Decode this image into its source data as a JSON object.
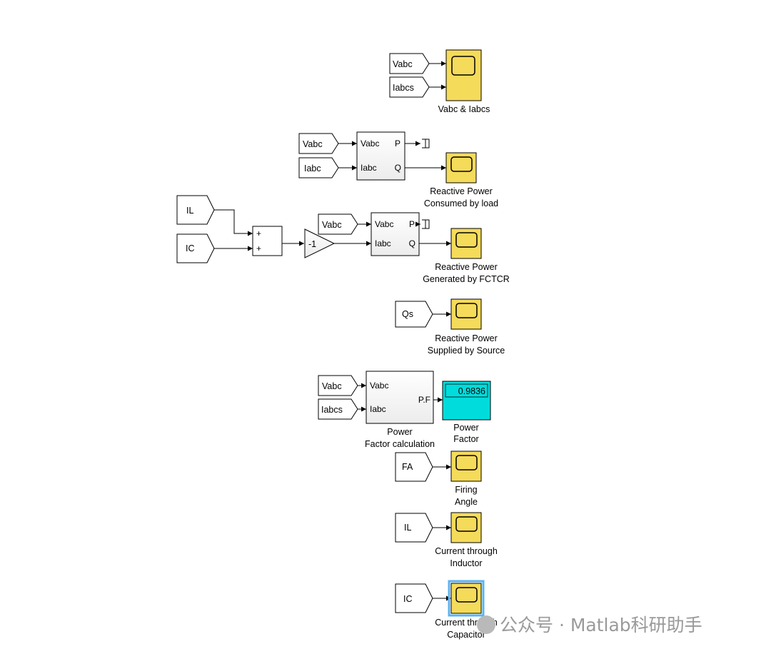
{
  "diagram": {
    "scope_vabc": {
      "inputs": [
        "Vabc",
        "Iabcs"
      ],
      "label_lines": [
        "Vabc & Iabcs"
      ]
    },
    "pq_load": {
      "inputs": [
        "Vabc",
        "Iabc"
      ],
      "ports_in": [
        "Vabc",
        "Iabc"
      ],
      "ports_out": [
        "P",
        "Q"
      ],
      "scope_label_lines": [
        "Reactive Power",
        "Consumed by load"
      ]
    },
    "pq_fctcr": {
      "sum_inputs": [
        "IL",
        "IC"
      ],
      "sum_signs": [
        "+",
        "+"
      ],
      "gain": "-1",
      "vabc_input": "Vabc",
      "ports_in": [
        "Vabc",
        "Iabc"
      ],
      "ports_out": [
        "P",
        "Q"
      ],
      "scope_label_lines": [
        "Reactive Power",
        "Generated by FCTCR"
      ]
    },
    "scope_qs": {
      "input": "Qs",
      "label_lines": [
        "Reactive Power",
        "Supplied by Source"
      ]
    },
    "pf_calc": {
      "inputs": [
        "Vabc",
        "Iabcs"
      ],
      "ports_in": [
        "Vabc",
        "Iabc"
      ],
      "port_out": "P.F",
      "block_label_lines": [
        "Power",
        "Factor calculation"
      ],
      "display_value": "0.9836",
      "display_color": "#00dcdc",
      "display_label_lines": [
        "Power",
        "Factor"
      ]
    },
    "scope_fa": {
      "input": "FA",
      "label_lines": [
        "Firing",
        "Angle"
      ]
    },
    "scope_il": {
      "input": "IL",
      "label_lines": [
        "Current through",
        "Inductor"
      ]
    },
    "scope_ic": {
      "input": "IC",
      "label_lines": [
        "Current through",
        "Capacitor"
      ],
      "selected": true
    },
    "scope_color": "#f5db5a",
    "selection_color": "#5ab4f0"
  },
  "watermark": {
    "text": "公众号 · Matlab科研助手"
  }
}
